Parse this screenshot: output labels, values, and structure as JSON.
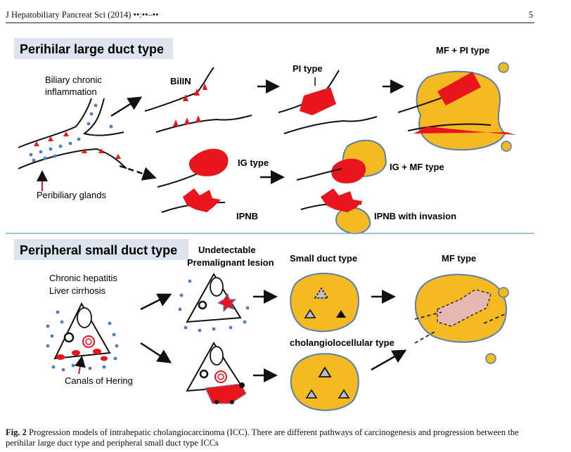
{
  "header": {
    "journal": "J Hepatobiliary Pancreat Sci (2014) ••:••–••",
    "page_number": "5"
  },
  "figure": {
    "top_section": {
      "title": "Perihilar large duct type",
      "labels": {
        "biliary_chronic_inflammation_1": "Biliary chronic",
        "biliary_chronic_inflammation_2": "inflammation",
        "peribiliary_glands": "Peribiliary glands",
        "bilin": "BilIN",
        "pi_type": "PI type",
        "mf_pi_type": "MF + PI type",
        "ig_type": "IG type",
        "ig_mf_type": "IG + MF type",
        "ipnb": "IPNB",
        "ipnb_invasion": "IPNB with invasion"
      }
    },
    "bottom_section": {
      "title": "Peripheral small duct type",
      "labels": {
        "chronic_hepatitis": "Chronic hepatitis",
        "liver_cirrhosis": "Liver cirrhosis",
        "canals_of_hering": "Canals of Hering",
        "undetectable": "Undetectable",
        "premalignant_lesion": "Premalignant lesion",
        "small_duct_type": "Small duct type",
        "mf_type": "MF type",
        "cholangiolocellular_type": "cholangiolocellular  type"
      }
    },
    "colors": {
      "title_box": "#dde4ee",
      "tumor_yellow": "#f5b921",
      "tumor_border": "#5a7fa8",
      "lesion_red": "#e8161c",
      "dot_blue": "#4a7fc1",
      "pink_region": "#e7b8b3",
      "divider": "#7fb0d6"
    }
  },
  "caption": {
    "label": "Fig. 2",
    "text": " Progression models of intrahepatic cholangiocarcinoma (ICC). There are different pathways of carcinogenesis and progression between the perihilar large duct type and peripheral small duct type ICCs"
  }
}
